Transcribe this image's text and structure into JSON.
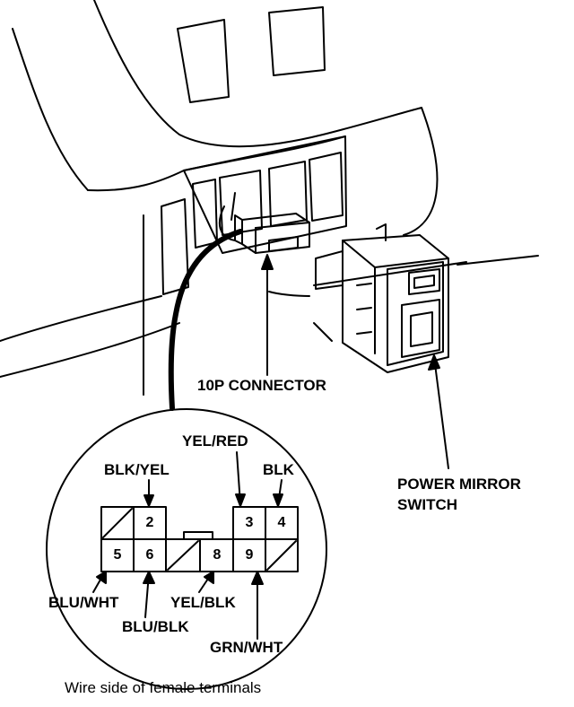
{
  "labels": {
    "connector": "10P CONNECTOR",
    "switch_line1": "POWER MIRROR",
    "switch_line2": "SWITCH",
    "caption": "Wire side of female terminals"
  },
  "wires": {
    "yel_red": "YEL/RED",
    "blk_yel": "BLK/YEL",
    "blk": "BLK",
    "blu_wht": "BLU/WHT",
    "blu_blk": "BLU/BLK",
    "yel_blk": "YEL/BLK",
    "grn_wht": "GRN/WHT"
  },
  "pins": {
    "p2": "2",
    "p3": "3",
    "p4": "4",
    "p5": "5",
    "p6": "6",
    "p8": "8",
    "p9": "9"
  }
}
